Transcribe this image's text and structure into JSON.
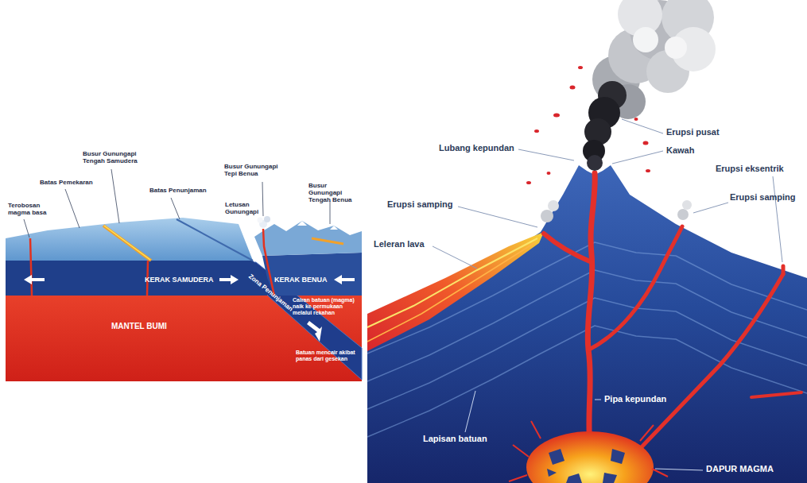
{
  "diagram": {
    "labels": [
      "Busur Gunungapi Tengah Samudera",
      "Busur Gunungapi Tepi Benua",
      "Batas Pemekaran",
      "Busur Gunungapi Tengah Benua",
      "Batas Penunjaman",
      "Terobosan magma basa",
      "Letusan Gunungapi",
      "KERAK SAMUDERA",
      "KERAK BENUA",
      "Zona Penunjaman",
      "Cairan batuan (magma) naik ke permukaan melalui rekahan",
      "MANTEL BUMI",
      "Batuan mencair akibat panas dari gesekan",
      "Erupsi pusat",
      "Lubang kepundan",
      "Kawah",
      "Erupsi eksentrik",
      "Erupsi samping",
      "Erupsi samping",
      "Leleran lava",
      "Pipa kepundan",
      "Lapisan batuan",
      "DAPUR MAGMA"
    ]
  }
}
